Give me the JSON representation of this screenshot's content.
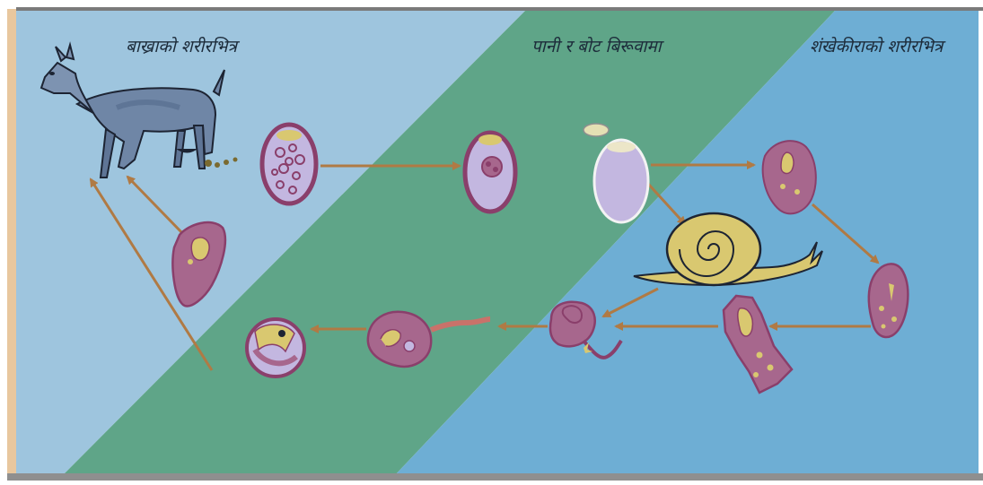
{
  "zones": [
    {
      "id": "host",
      "label": "बाख्राको शरीरभित्र",
      "color": "#9ec5de"
    },
    {
      "id": "environment",
      "label": "पानी र बोट बिरूवामा",
      "color": "#5fa588"
    },
    {
      "id": "snail",
      "label": "शंखेकीराको शरीरभित्र",
      "color": "#6eaed4"
    }
  ],
  "colors": {
    "arrow": "#b07a44",
    "frame_left": "#e8c79e",
    "frame_bottom": "#8f8f8f",
    "stage_purple": "#8a3f6b",
    "stage_fill": "#a7678d",
    "egg_fill": "#c3b7e0",
    "snail_shell": "#d9c870",
    "goat_body": "#6f86a6"
  },
  "life_cycle_stages": [
    "goat",
    "egg-in-feces",
    "embryonated-egg",
    "hatching-egg",
    "miracidium",
    "snail",
    "sporocyst",
    "redia",
    "cercaria",
    "free-cercaria",
    "metacercaria",
    "young-fluke"
  ]
}
